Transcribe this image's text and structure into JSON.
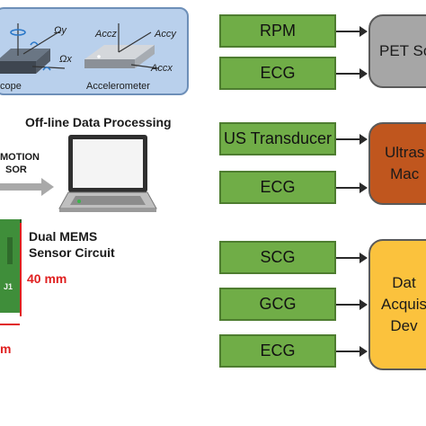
{
  "sensors": {
    "gyroscope_label": "cope",
    "accelerometer_label": "Accelerometer",
    "gyro_axes": {
      "y": "Ωy",
      "x": "Ωx"
    },
    "acc_axes": {
      "z": "Accz",
      "y": "Accy",
      "x": "Accx"
    }
  },
  "processing": {
    "title": "Off-line Data Processing",
    "motion_label_line1": "MOTION",
    "motion_label_line2": "SOR"
  },
  "circuit": {
    "title_line1": "Dual MEMS",
    "title_line2": "Sensor Circuit",
    "width_label": "40 mm",
    "height_label": "m",
    "board_marker": "J1"
  },
  "groups": [
    {
      "inputs": [
        "RPM",
        "ECG"
      ],
      "destination": "PET Sc",
      "dest_color": "#a6a6a6"
    },
    {
      "inputs": [
        "US Transducer",
        "ECG"
      ],
      "destination": "Ultras\nMac",
      "dest_color": "#c0561e"
    },
    {
      "inputs": [
        "SCG",
        "GCG",
        "ECG"
      ],
      "destination": "Dat\nAcquis\nDev",
      "dest_color": "#fbc23d"
    }
  ],
  "colors": {
    "input_green": "#70ad47",
    "panel_blue": "#b9d0ec",
    "measure_red": "#e02020"
  }
}
